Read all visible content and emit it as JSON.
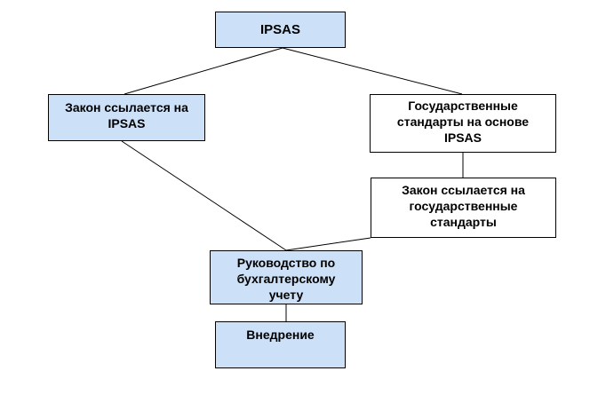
{
  "diagram": {
    "nodes": {
      "ipsas": {
        "label": "IPSAS"
      },
      "law_ipsas": {
        "label": "Закон ссылается на\nIPSAS"
      },
      "state_standards": {
        "label": "Государственные\nстандарты на основе\nIPSAS"
      },
      "law_state": {
        "label": "Закон ссылается на\nгосударственные\nстандарты"
      },
      "guide": {
        "label": "Руководство по\nбухгалтерскому\nучету"
      },
      "implementation": {
        "label": "Внедрение"
      }
    },
    "edges": [
      {
        "from": "ipsas",
        "to": "law_ipsas"
      },
      {
        "from": "ipsas",
        "to": "state_standards"
      },
      {
        "from": "law_ipsas",
        "to": "guide"
      },
      {
        "from": "state_standards",
        "to": "law_state"
      },
      {
        "from": "law_state",
        "to": "guide"
      },
      {
        "from": "guide",
        "to": "implementation"
      }
    ],
    "colors": {
      "highlight_fill": "#cce0f8",
      "plain_fill": "#ffffff",
      "line": "#000000"
    }
  }
}
